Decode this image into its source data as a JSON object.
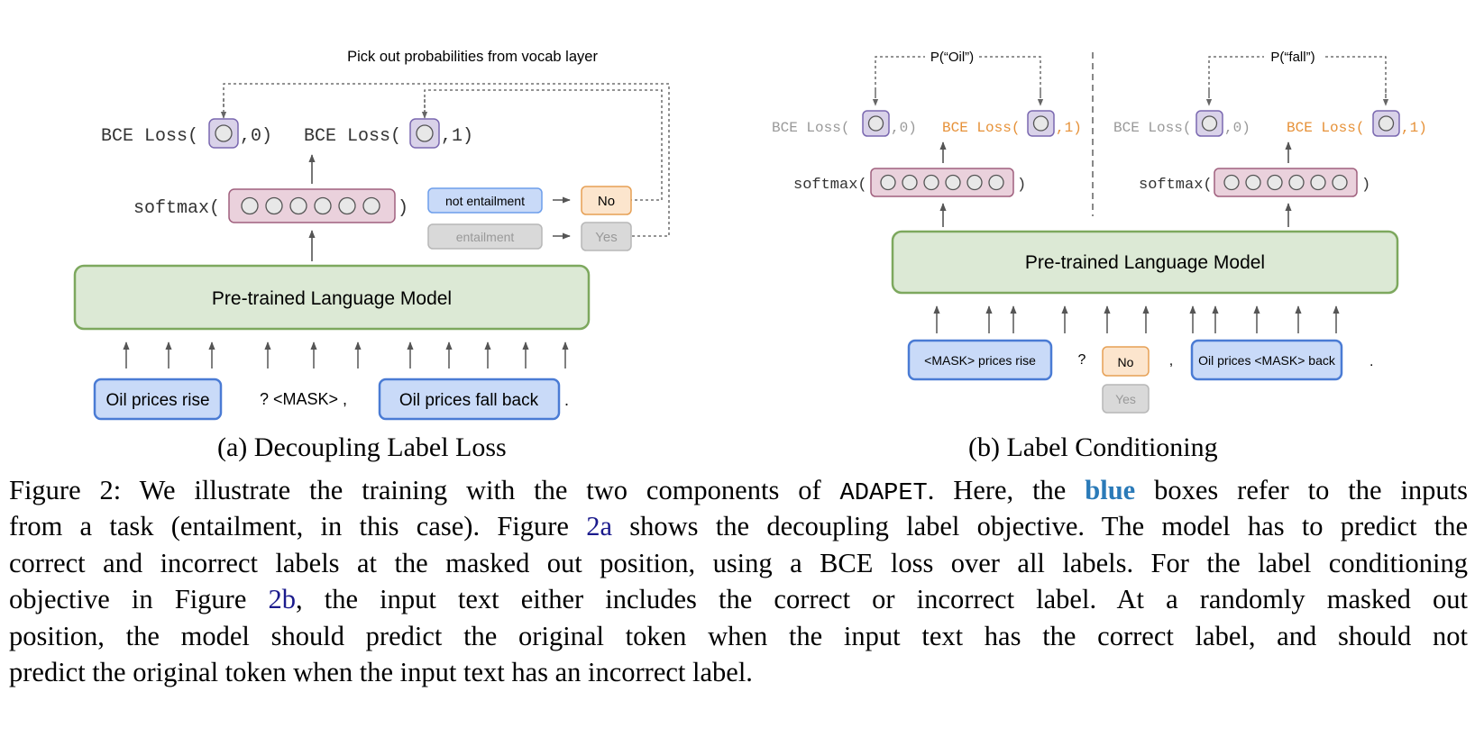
{
  "figure_a": {
    "header": "Pick out probabilities from vocab layer",
    "bce_left": {
      "prefix": "BCE Loss(",
      "suffix": ",0)"
    },
    "bce_right": {
      "prefix": "BCE Loss(",
      "suffix": ",1)"
    },
    "softmax_label": "softmax(",
    "softmax_close": ")",
    "label_map": [
      {
        "label": "not entailment",
        "token": "No",
        "active": true
      },
      {
        "label": "entailment",
        "token": "Yes",
        "active": false
      }
    ],
    "model_label": "Pre-trained Language Model",
    "input_1": "Oil prices rise",
    "middle_text": "? <MASK> ,",
    "input_2": "Oil prices fall back",
    "period": ".",
    "caption": "(a) Decoupling Label Loss"
  },
  "figure_b": {
    "left": {
      "header": "P(“Oil”)",
      "bce_left": {
        "prefix": "BCE Loss(",
        "suffix": ",0)"
      },
      "bce_right": {
        "prefix": "BCE Loss(",
        "suffix": ",1)"
      }
    },
    "right": {
      "header": "P(“fall”)",
      "bce_left": {
        "prefix": "BCE Loss(",
        "suffix": ",0)"
      },
      "bce_right": {
        "prefix": "BCE Loss(",
        "suffix": ",1)"
      }
    },
    "softmax_label": "softmax(",
    "softmax_close": ")",
    "model_label": "Pre-trained Language Model",
    "input_1": "<MASK> prices rise",
    "question": "?",
    "label_active": "No",
    "label_inactive": "Yes",
    "comma": ",",
    "input_2": "Oil prices <MASK> back",
    "period": ".",
    "caption": "(b) Label Conditioning"
  },
  "caption": {
    "lines": [
      [
        {
          "t": "Figure 2:  We illustrate the training with the two components of "
        },
        {
          "t": "ADAPET",
          "s": "mono"
        },
        {
          "t": ". Here, the "
        },
        {
          "t": "blue",
          "s": "blue"
        },
        {
          "t": " boxes refer to the inputs"
        }
      ],
      [
        {
          "t": "from a task (entailment, in this case). Figure "
        },
        {
          "t": "2a",
          "s": "ref"
        },
        {
          "t": " shows the decoupling label objective. The model has to predict the"
        }
      ],
      [
        {
          "t": "correct and incorrect labels at the masked out position, using a BCE loss over all labels. For the label conditioning"
        }
      ],
      [
        {
          "t": "objective in Figure "
        },
        {
          "t": "2b",
          "s": "ref"
        },
        {
          "t": ", the input text either includes the correct or incorrect label.  At a randomly masked out"
        }
      ],
      [
        {
          "t": "position, the model should predict the original token when the input text has the correct label, and should not"
        }
      ],
      [
        {
          "t": "predict the original token when the input text has an incorrect label."
        }
      ]
    ]
  },
  "colors": {
    "input_fill": "#c9daf8",
    "input_stroke": "#4a7bd4",
    "model_fill": "#dce9d5",
    "model_stroke": "#7da85e",
    "softmax_fill": "#ead1dc",
    "softmax_stroke": "#a0607e",
    "prob_fill": "#d9d2e9",
    "prob_stroke": "#7a68b0",
    "no_fill": "#fce5cd",
    "no_stroke": "#e6a055",
    "yes_fill": "#d9d9d9",
    "yes_stroke": "#aaaaaa",
    "orange_text": "#e69138",
    "gray_text": "#999999",
    "blue_word": "#2a7ab8",
    "ref_link": "#1a1a8c"
  }
}
